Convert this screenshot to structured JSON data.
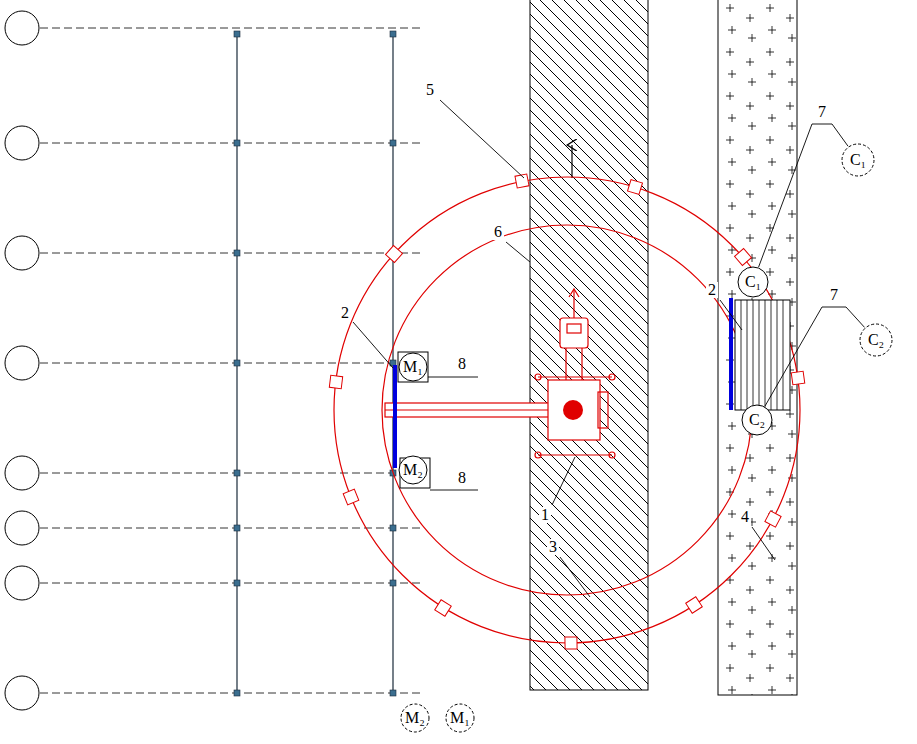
{
  "diagram": {
    "nodes": [
      {
        "text": [
          "C₁"
        ]
      },
      {
        "text": [
          "C₂"
        ]
      },
      {
        "text": [
          "C₁"
        ]
      },
      {
        "text": [
          "M₁"
        ]
      },
      {
        "text": [
          "C₂"
        ]
      },
      {
        "text": [
          "M₂"
        ]
      },
      {
        "text": [
          "M₂"
        ]
      },
      {
        "text": [
          "M₁"
        ]
      }
    ],
    "edges": [
      {
        "from": 0,
        "to": 2,
        "arrow": "none",
        "label": "7"
      },
      {
        "from": 1,
        "to": 4,
        "arrow": "none",
        "label": "7"
      }
    ],
    "labels": [
      "5",
      "6",
      "2",
      "2",
      "8",
      "8",
      "1",
      "4",
      "3"
    ]
  }
}
